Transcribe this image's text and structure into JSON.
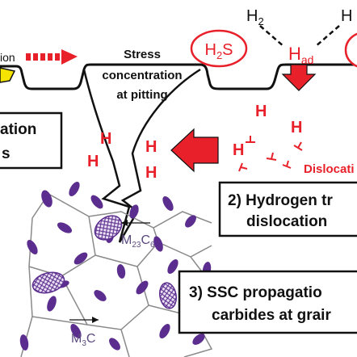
{
  "colors": {
    "red": "#e8202a",
    "purple": "#5b2d8e",
    "black": "#111111",
    "yellow": "#f5e400",
    "grain": "#8a8a8a"
  },
  "top_left": {
    "arrow_text": "ion",
    "box1_line1": "ation",
    "box1_line2": "s"
  },
  "stress": {
    "line1": "Stress",
    "line2": "concentration",
    "line3": "at pitting"
  },
  "surface": {
    "h2s": "H",
    "h2s_sub": "2",
    "h2s_end": "S",
    "h2_left": "H",
    "h2_left_sub": "2",
    "h2_right": "H",
    "had": "H",
    "had_sub": "ad"
  },
  "crack_h": [
    "H",
    "H",
    "H",
    "H"
  ],
  "trap_h": [
    "H",
    "H",
    "H"
  ],
  "dislocation_label": "Dislocati",
  "box2": {
    "line1": "2) Hydrogen tr",
    "line2": "dislocation"
  },
  "box3": {
    "line1": "3) SSC propagatio",
    "line2": "carbides at grair"
  },
  "carbides": {
    "m23c6_base": "M",
    "m23c6_sub1": "23",
    "m23c6_mid": "C",
    "m23c6_sub2": "6",
    "m3c_base": "M",
    "m3c_sub": "3",
    "m3c_end": "C"
  }
}
